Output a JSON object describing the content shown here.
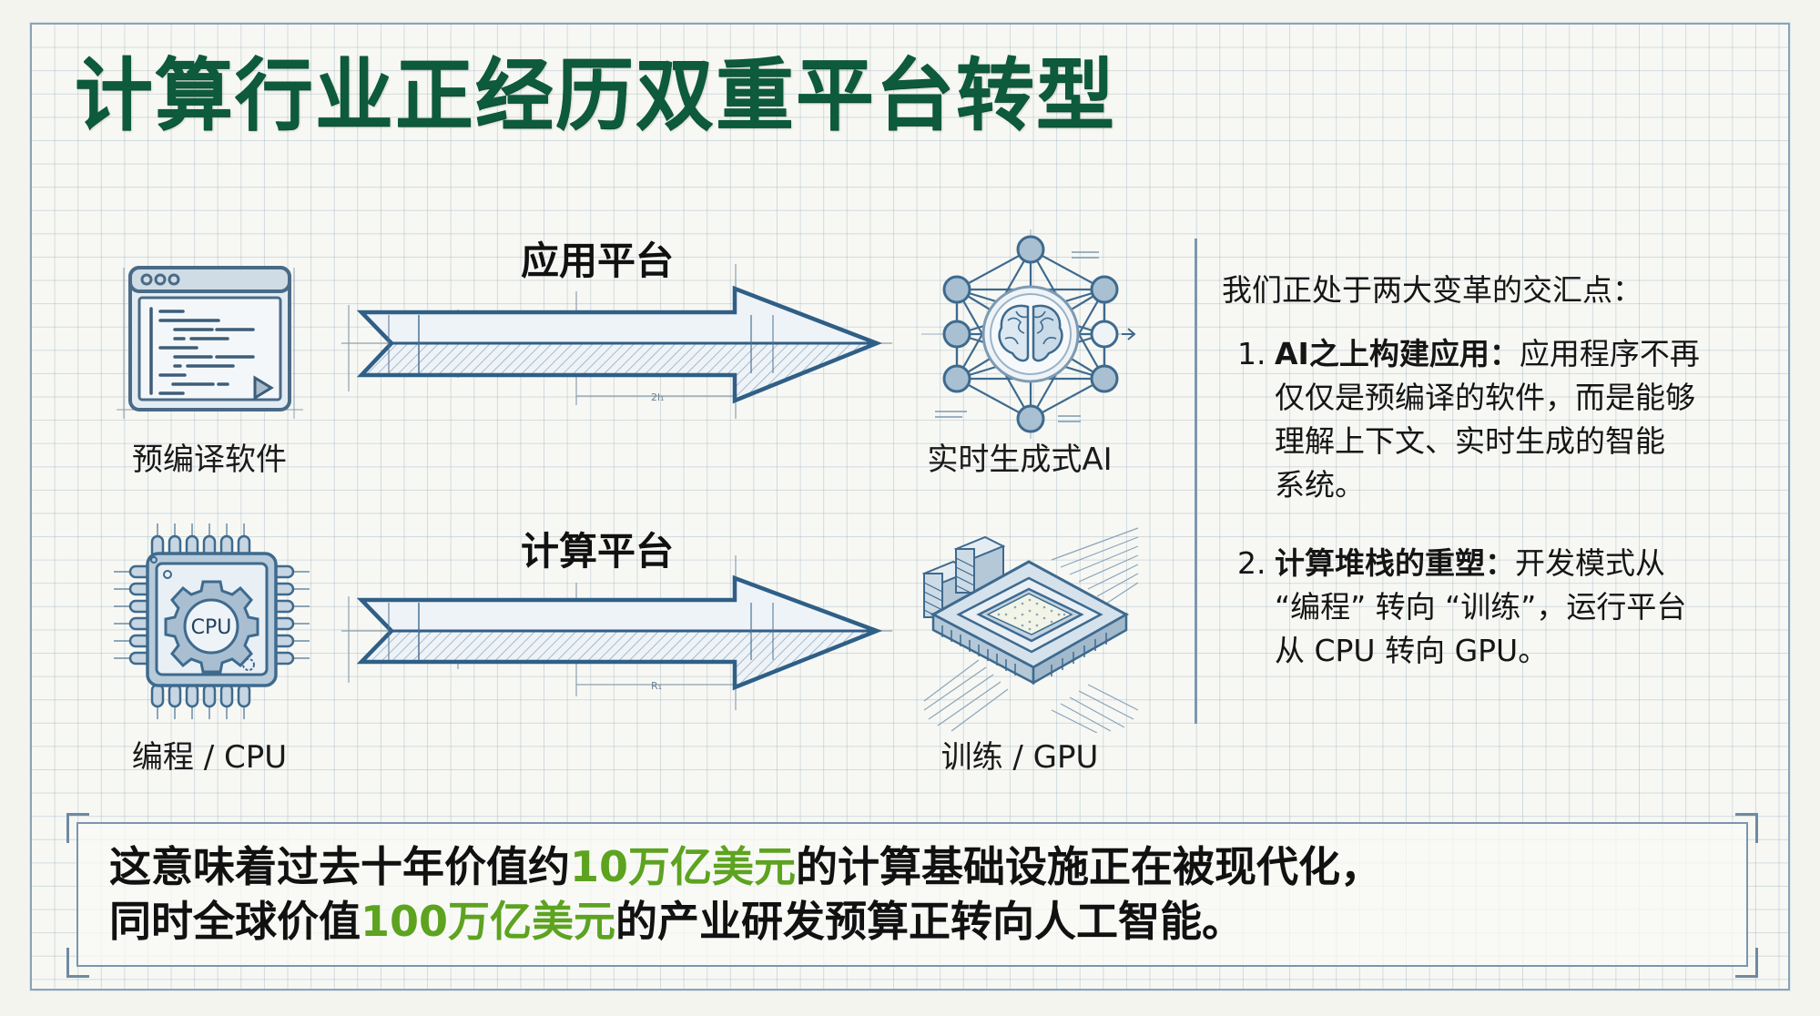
{
  "title": "计算行业正经历双重平台转型",
  "colors": {
    "title": "#0d5a3c",
    "highlight": "#5da320",
    "blueprint": "#2f5f86",
    "frame": "#8aa3b8"
  },
  "diagram": {
    "rows": [
      {
        "arrow_label": "应用平台",
        "from": {
          "label": "预编译软件",
          "icon": "code-window-icon"
        },
        "to": {
          "label": "实时生成式AI",
          "icon": "neural-brain-icon"
        }
      },
      {
        "arrow_label": "计算平台",
        "from": {
          "label": "编程 / CPU",
          "icon": "cpu-chip-icon",
          "chip_text": "CPU"
        },
        "to": {
          "label": "训练 / GPU",
          "icon": "gpu-chip-icon"
        }
      }
    ]
  },
  "panel": {
    "intro": "我们正处于两大变革的交汇点：",
    "items": [
      {
        "num": "1.",
        "bold": "AI之上构建应用：",
        "text": "应用程序不再仅仅是预编译的软件，而是能够理解上下文、实时生成的智能系统。",
        "lines": [
          "应用程序不再",
          "仅仅是预编译的软件，而是能够",
          "理解上下文、实时生成的智能",
          "系统。"
        ]
      },
      {
        "num": "2.",
        "bold": "计算堆栈的重塑：",
        "text": "开发模式从“编程”转向“训练”，运行平台从 CPU 转向 GPU。",
        "lines": [
          "开发模式从",
          "“编程” 转向 “训练”，运行平台",
          "从 CPU 转向 GPU。"
        ]
      }
    ]
  },
  "summary": {
    "line1": {
      "pre": "这意味着过去十年价值约",
      "highlight": "10万亿美元",
      "post": "的计算基础设施正在被现代化，"
    },
    "line2": {
      "pre": "同时全球价值",
      "highlight": "100万亿美元",
      "post": "的产业研发预算正转向人工智能。"
    }
  }
}
